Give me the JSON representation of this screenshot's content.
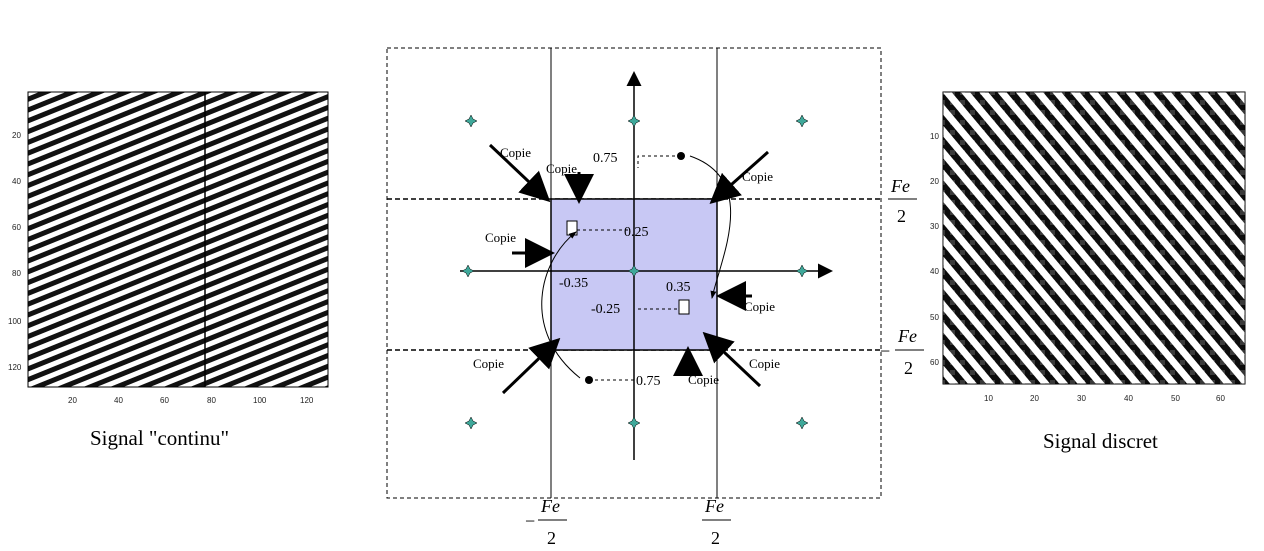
{
  "left_panel": {
    "caption": "Signal \"continu\"",
    "y_ticks": [
      "20",
      "40",
      "60",
      "80",
      "100",
      "120"
    ],
    "x_ticks": [
      "20",
      "40",
      "60",
      "80",
      "100",
      "120"
    ]
  },
  "right_panel": {
    "caption": "Signal discret",
    "y_ticks": [
      "10",
      "20",
      "30",
      "40",
      "50",
      "60"
    ],
    "x_ticks": [
      "10",
      "20",
      "30",
      "40",
      "50",
      "60"
    ]
  },
  "diagram": {
    "copy_label": "Copie",
    "val_075_top": "0.75",
    "val_025_top": "0.25",
    "val_minus035": "-0.35",
    "val_035": "0.35",
    "val_minus025": "-0.25",
    "val_075_bottom": "0.75",
    "fe_num": "Fe",
    "fe_den": "2",
    "minus": "−",
    "colors": {
      "band": "#c8c8f4",
      "marker": "#3fa89a"
    }
  }
}
